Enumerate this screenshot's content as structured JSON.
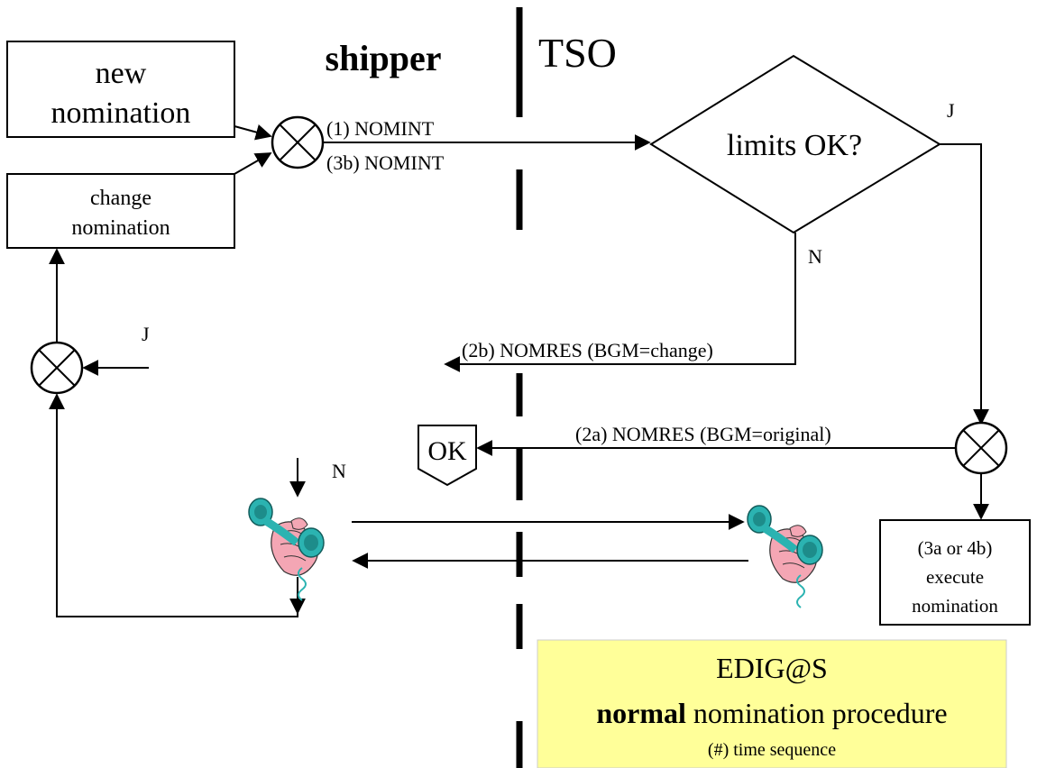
{
  "lanes": {
    "shipper": "shipper",
    "tso": "TSO"
  },
  "boxes": {
    "new_nomination_line1": "new",
    "new_nomination_line2": "nomination",
    "change_nomination_line1": "change",
    "change_nomination_line2": "nomination",
    "execute_line1": "(3a or 4b)",
    "execute_line2": "execute",
    "execute_line3": "nomination",
    "ok": "OK"
  },
  "decision": {
    "question": "limits OK?",
    "yes": "J",
    "no": "N"
  },
  "messages": {
    "nomint_1": "(1) NOMINT",
    "nomint_3b": "(3b) NOMINT",
    "nomres_2b": "(2b) NOMRES (BGM=change)",
    "nomres_2a": "(2a) NOMRES (BGM=original)"
  },
  "feedback": {
    "yes": "J",
    "no": "N"
  },
  "legend": {
    "line1": "EDIG@S",
    "line2_bold": "normal",
    "line2_rest": " nomination procedure",
    "line3": "(#) time sequence"
  },
  "icons": {
    "phone": "telephone-handset-icon",
    "merge": "merge-circle-icon"
  },
  "colors": {
    "legend_background": "#ffff99",
    "phone_body": "#2bb3b1",
    "hand": "#f4a6b4"
  }
}
